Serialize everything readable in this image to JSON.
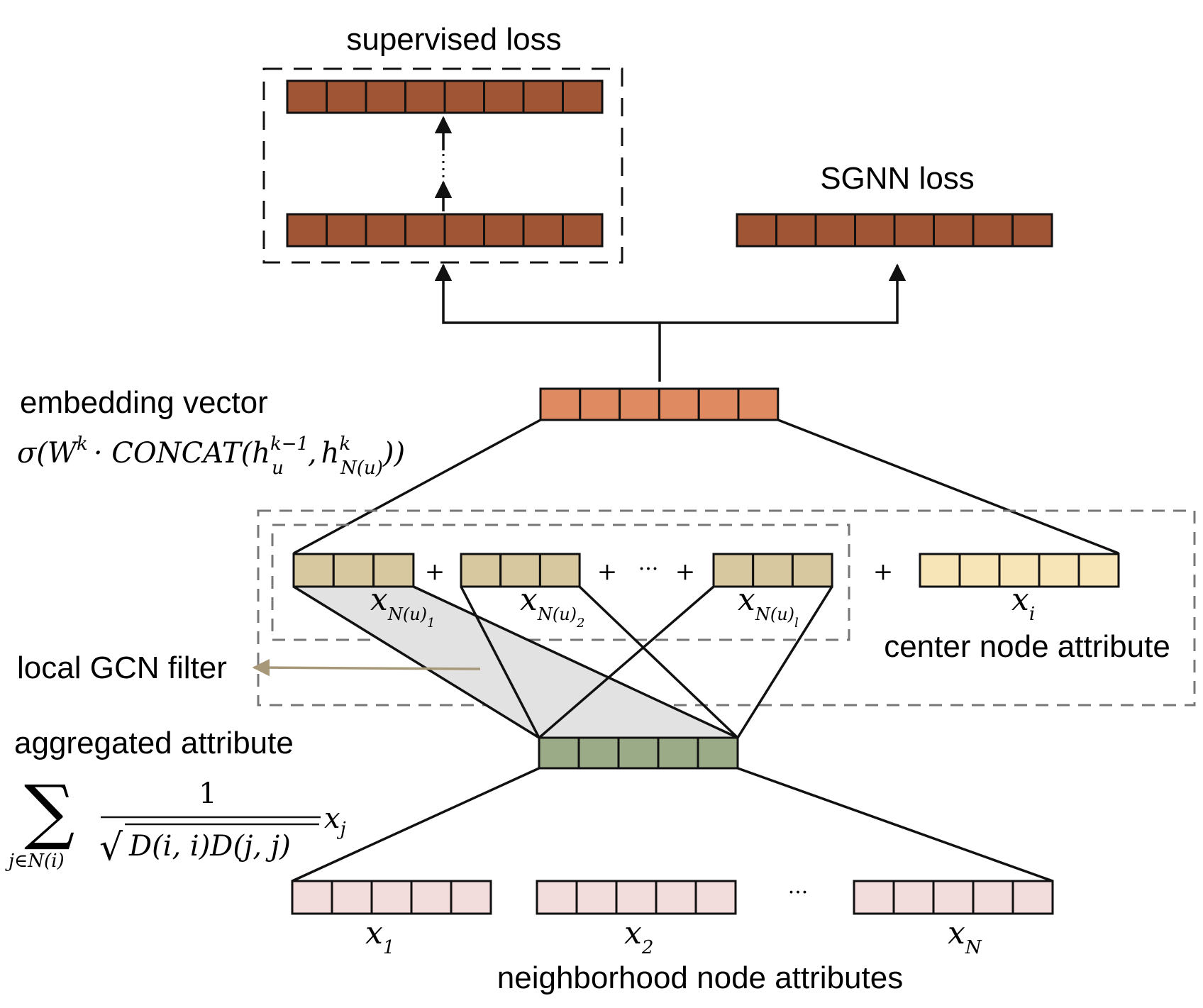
{
  "labels": {
    "supervised_loss": "supervised loss",
    "sgnn_loss": "SGNN loss",
    "embedding_vector": "embedding vector",
    "embedding_formula": {
      "sigma": "σ(",
      "w": "W",
      "w_sup": "k",
      "dot_concat": "· CONCAT(",
      "h1": "h",
      "h1_sup": "k−1",
      "h1_sub": "u",
      "comma": ",",
      "h2": "h",
      "h2_sup": "k",
      "h2_sub": "N(u)",
      "close": "))"
    },
    "local_gcn_filter": "local GCN filter",
    "aggregated_attribute": "aggregated attribute",
    "aggregated_formula": {
      "sum": "∑",
      "sum_sub": "j∈N(i)",
      "numerator": "1",
      "sqrt": "√",
      "denominator": "D(i, i)D(j, j)",
      "x": "x",
      "x_sub": "j"
    },
    "center_node_attribute": "center node attribute",
    "neighborhood_node_attributes": "neighborhood node attributes",
    "plus": "+",
    "ellipsis": "···",
    "ellipsis_bottom": "···",
    "x_nu1": {
      "base": "x",
      "sub": "N(u)",
      "subsub": "1"
    },
    "x_nu2": {
      "base": "x",
      "sub": "N(u)",
      "subsub": "2"
    },
    "x_nul": {
      "base": "x",
      "sub": "N(u)",
      "subsub": "l"
    },
    "x_i": {
      "base": "x",
      "sub": "i"
    },
    "x_1": {
      "base": "x",
      "sub": "1"
    },
    "x_2": {
      "base": "x",
      "sub": "2"
    },
    "x_N": {
      "base": "x",
      "sub": "N"
    }
  },
  "colors": {
    "loss_vector": "#a05535",
    "embedding_vector": "#e08a62",
    "neighbor_agg_vector": "#d8c8a0",
    "center_vector": "#f7e5b8",
    "aggregated_vector": "#9bab87",
    "neighbor_vector": "#f3dcdc",
    "gcn_filter_fill": "#e2e2e2",
    "gcn_filter_arrow": "#a8987a",
    "dashed_box": "#777777"
  }
}
